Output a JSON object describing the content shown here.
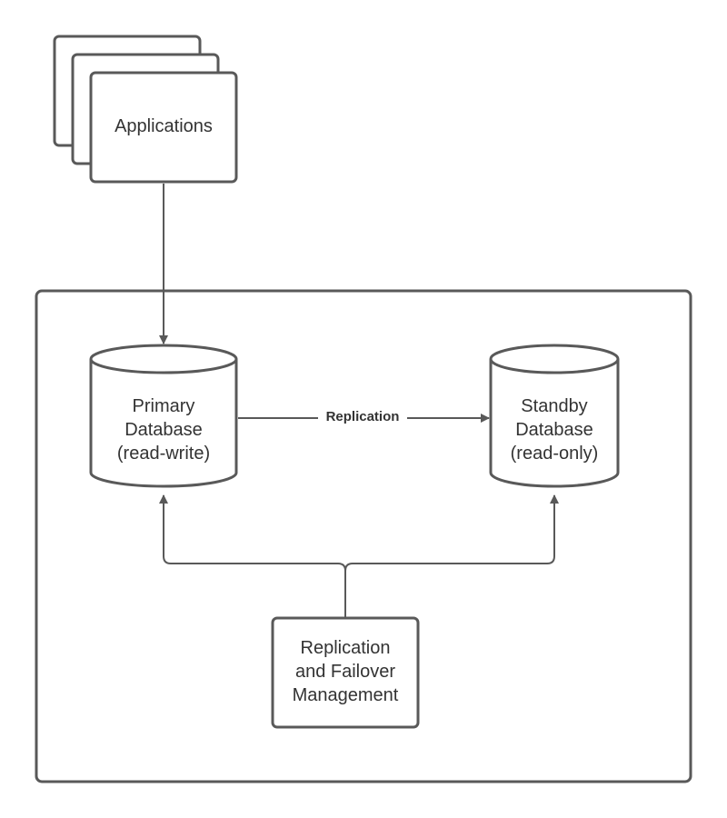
{
  "nodes": {
    "applications": {
      "label": "Applications"
    },
    "primary_db": {
      "lines": [
        "Primary",
        "Database",
        "(read-write)"
      ]
    },
    "standby_db": {
      "lines": [
        "Standby",
        "Database",
        "(read-only)"
      ]
    },
    "failover_mgmt": {
      "lines": [
        "Replication",
        "and Failover",
        "Management"
      ]
    }
  },
  "edges": {
    "replication": {
      "label": "Replication"
    }
  },
  "colors": {
    "stroke": "#595959",
    "text": "#333333",
    "background": "#ffffff"
  }
}
